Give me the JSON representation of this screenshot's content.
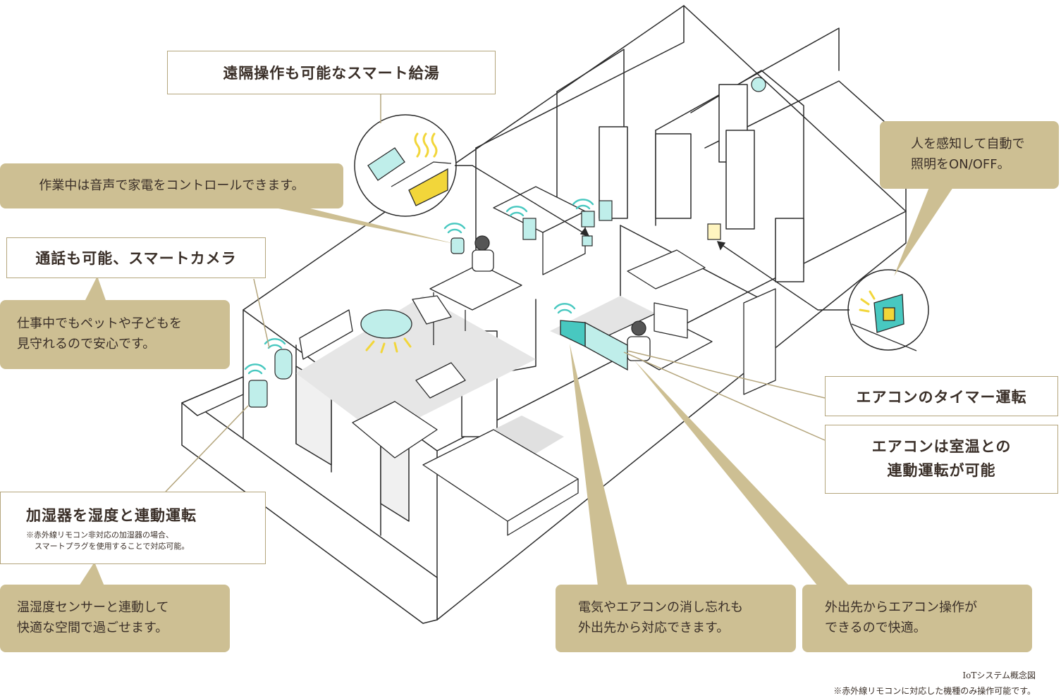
{
  "labels": {
    "smart_hot_water": "遠隔操作も可能なスマート給湯",
    "voice_control": "作業中は音声で家電をコントロールできます。",
    "smart_camera": "通話も可能、スマートカメラ",
    "camera_desc": [
      "仕事中でもペットや子どもを",
      "見守れるので安心です。"
    ],
    "humidifier": "加湿器を湿度と連動運転",
    "humidifier_note": [
      "※赤外線リモコン非対応の加湿器の場合、",
      "スマートプラグを使用することで対応可能。"
    ],
    "thermo_sensor": [
      "温湿度センサーと連動して",
      "快適な空間で過ごせます。"
    ],
    "motion_light": [
      "人を感知して自動で",
      "照明をON/OFF。"
    ],
    "ac_timer": "エアコンのタイマー運転",
    "ac_linked": [
      "エアコンは室温との",
      "連動運転が可能"
    ],
    "power_off_remote": [
      "電気やエアコンの消し忘れも",
      "外出先から対応できます。"
    ],
    "ac_remote": [
      "外出先からエアコン操作が",
      "できるので快適。"
    ]
  },
  "footer": {
    "caption": "IoTシステム概念図",
    "note": "※赤外線リモコンに対応した機種のみ操作可能です。"
  },
  "colors": {
    "accent_gold": "#cdbf93",
    "border_gold": "#b4a57c",
    "device_teal": "#48c8c0",
    "device_teal_light": "#bfeeea",
    "light_yellow": "#f2d63a",
    "text_brown": "#3a2f28",
    "line_gray": "#2a2a2a",
    "floor_gray": "#e2e2e2"
  }
}
